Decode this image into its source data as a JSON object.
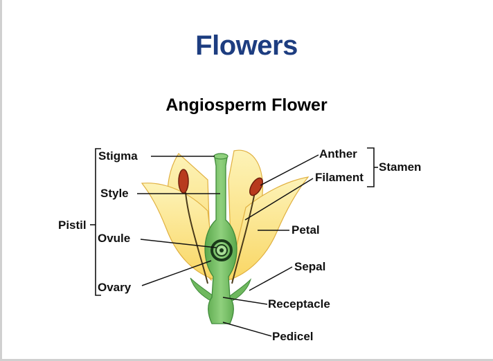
{
  "slide": {
    "title": "Flowers",
    "subtitle": "Angiosperm Flower"
  },
  "labels": {
    "stigma": "Stigma",
    "style": "Style",
    "pistil": "Pistil",
    "ovule": "Ovule",
    "ovary": "Ovary",
    "anther": "Anther",
    "filament": "Filament",
    "stamen": "Stamen",
    "petal": "Petal",
    "sepal": "Sepal",
    "receptacle": "Receptacle",
    "pedicel": "Pedicel"
  },
  "colors": {
    "title": "#1d3d80",
    "petal_fill": "#fce98a",
    "petal_stroke": "#e0b040",
    "green": "#7bc36b",
    "green_dark": "#3f8a3a",
    "anther": "#b83a1e"
  }
}
